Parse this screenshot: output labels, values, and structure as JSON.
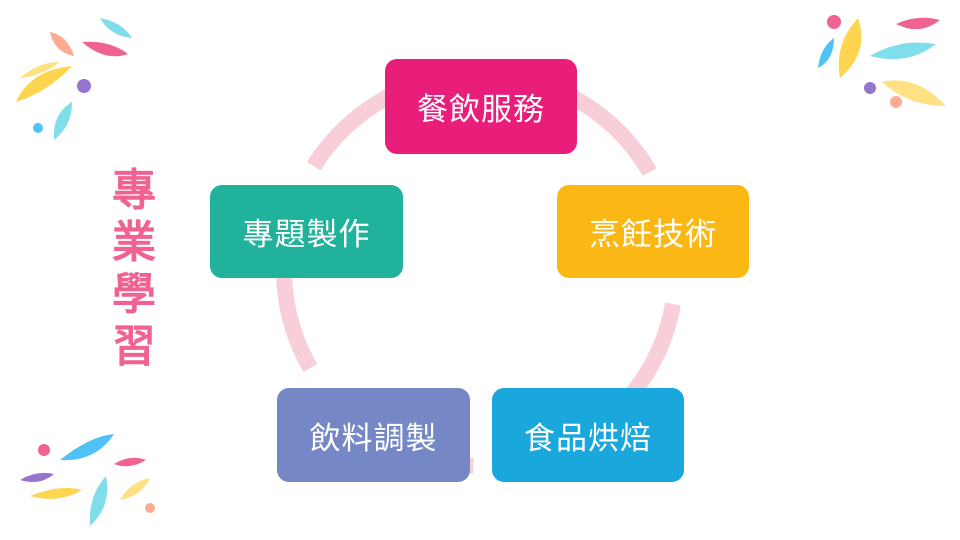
{
  "title": [
    "專",
    "業",
    "學",
    "習"
  ],
  "title_color": "#f06292",
  "cycle": {
    "ring_color": "#f8cfd9",
    "nodes": [
      {
        "label": "餐飲服務",
        "color": "#e91e7a"
      },
      {
        "label": "烹飪技術",
        "color": "#fbb714"
      },
      {
        "label": "食品烘焙",
        "color": "#1aa7dc"
      },
      {
        "label": "飲料調製",
        "color": "#7587c4"
      },
      {
        "label": "專題製作",
        "color": "#20b29a"
      }
    ]
  },
  "decoration_palette": [
    "#f06292",
    "#ffd54f",
    "#4fc3f7",
    "#80deea",
    "#9575cd",
    "#ffab91",
    "#ffe082"
  ]
}
